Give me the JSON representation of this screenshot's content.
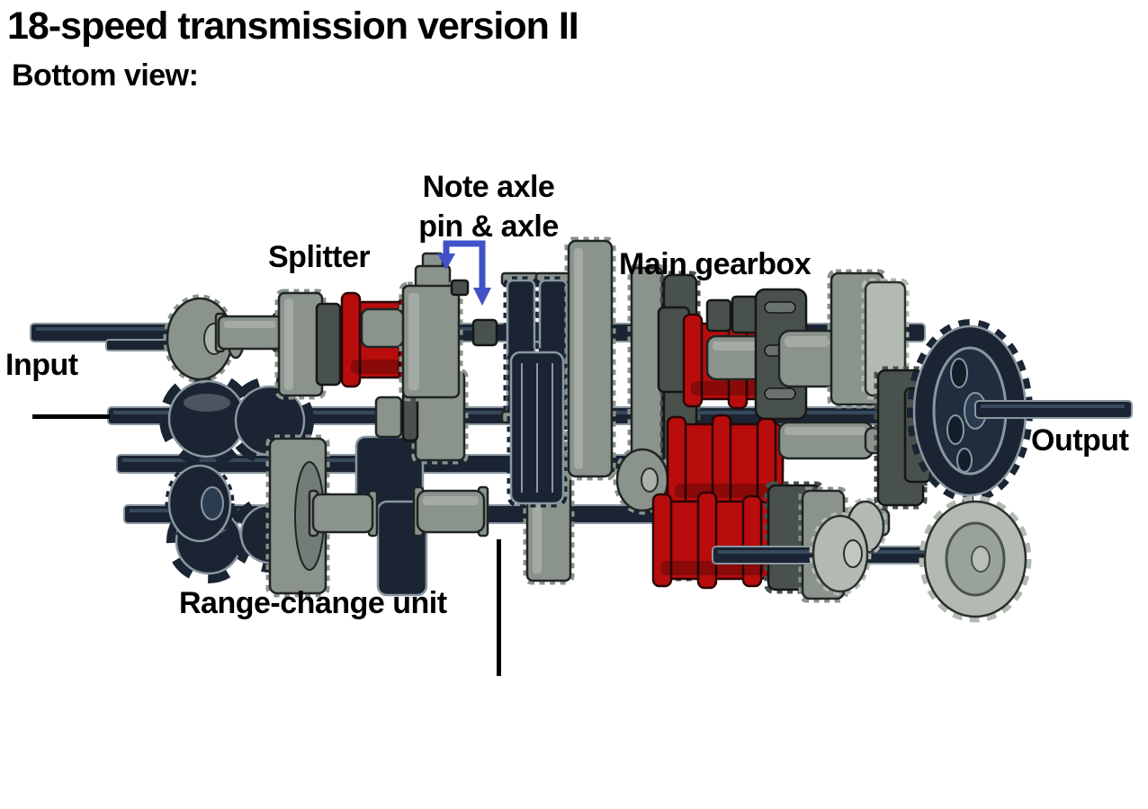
{
  "title": "18-speed transmission version II",
  "subtitle": "Bottom view:",
  "annotations": {
    "note_axle": {
      "line1": "Note axle",
      "line2": "pin & axle"
    },
    "splitter": "Splitter",
    "main_gearbox": "Main gearbox",
    "input": "Input",
    "output": "Output",
    "range_change": "Range-change unit"
  },
  "colors": {
    "background": "#ffffff",
    "text": "#000000",
    "annotation_arrow_blue": "#4152c8",
    "axle_navy": "#1a2433",
    "gear_gray": "#8b948c",
    "gear_gray_light": "#b2bab2",
    "gear_gray_dark": "#49514d",
    "clutch_red": "#b90d0d",
    "outline_gray": "#8a97a0"
  }
}
